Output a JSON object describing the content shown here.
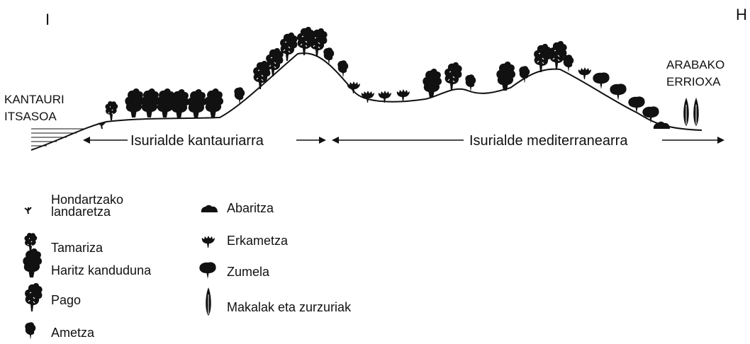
{
  "corners": {
    "left": "I",
    "right": "H"
  },
  "places": {
    "sea": [
      "KANTAURI",
      "ITSASOA"
    ],
    "inland": [
      "ARABAKO",
      "ERRIOXA"
    ]
  },
  "slopes": {
    "cantabrian": "Isurialde kantauriarra",
    "mediterranean": "Isurialde mediterranearra"
  },
  "legend": [
    {
      "icon": "coastal-plant-icon",
      "label": "Hondartzako\nlandaretza"
    },
    {
      "icon": "tamarisk-icon",
      "label": "Tamariza"
    },
    {
      "icon": "pedunculate-oak-icon",
      "label": "Haritz kanduduna"
    },
    {
      "icon": "beech-icon",
      "label": "Pago"
    },
    {
      "icon": "pyrenean-oak-icon",
      "label": "Ametza"
    },
    {
      "icon": "kermes-oak-icon",
      "label": "Abaritza"
    },
    {
      "icon": "portuguese-oak-icon",
      "label": "Erkametza"
    },
    {
      "icon": "holm-oak-icon",
      "label": "Zumela"
    },
    {
      "icon": "poplar-icon",
      "label": "Makalak eta zurzuriak"
    }
  ]
}
